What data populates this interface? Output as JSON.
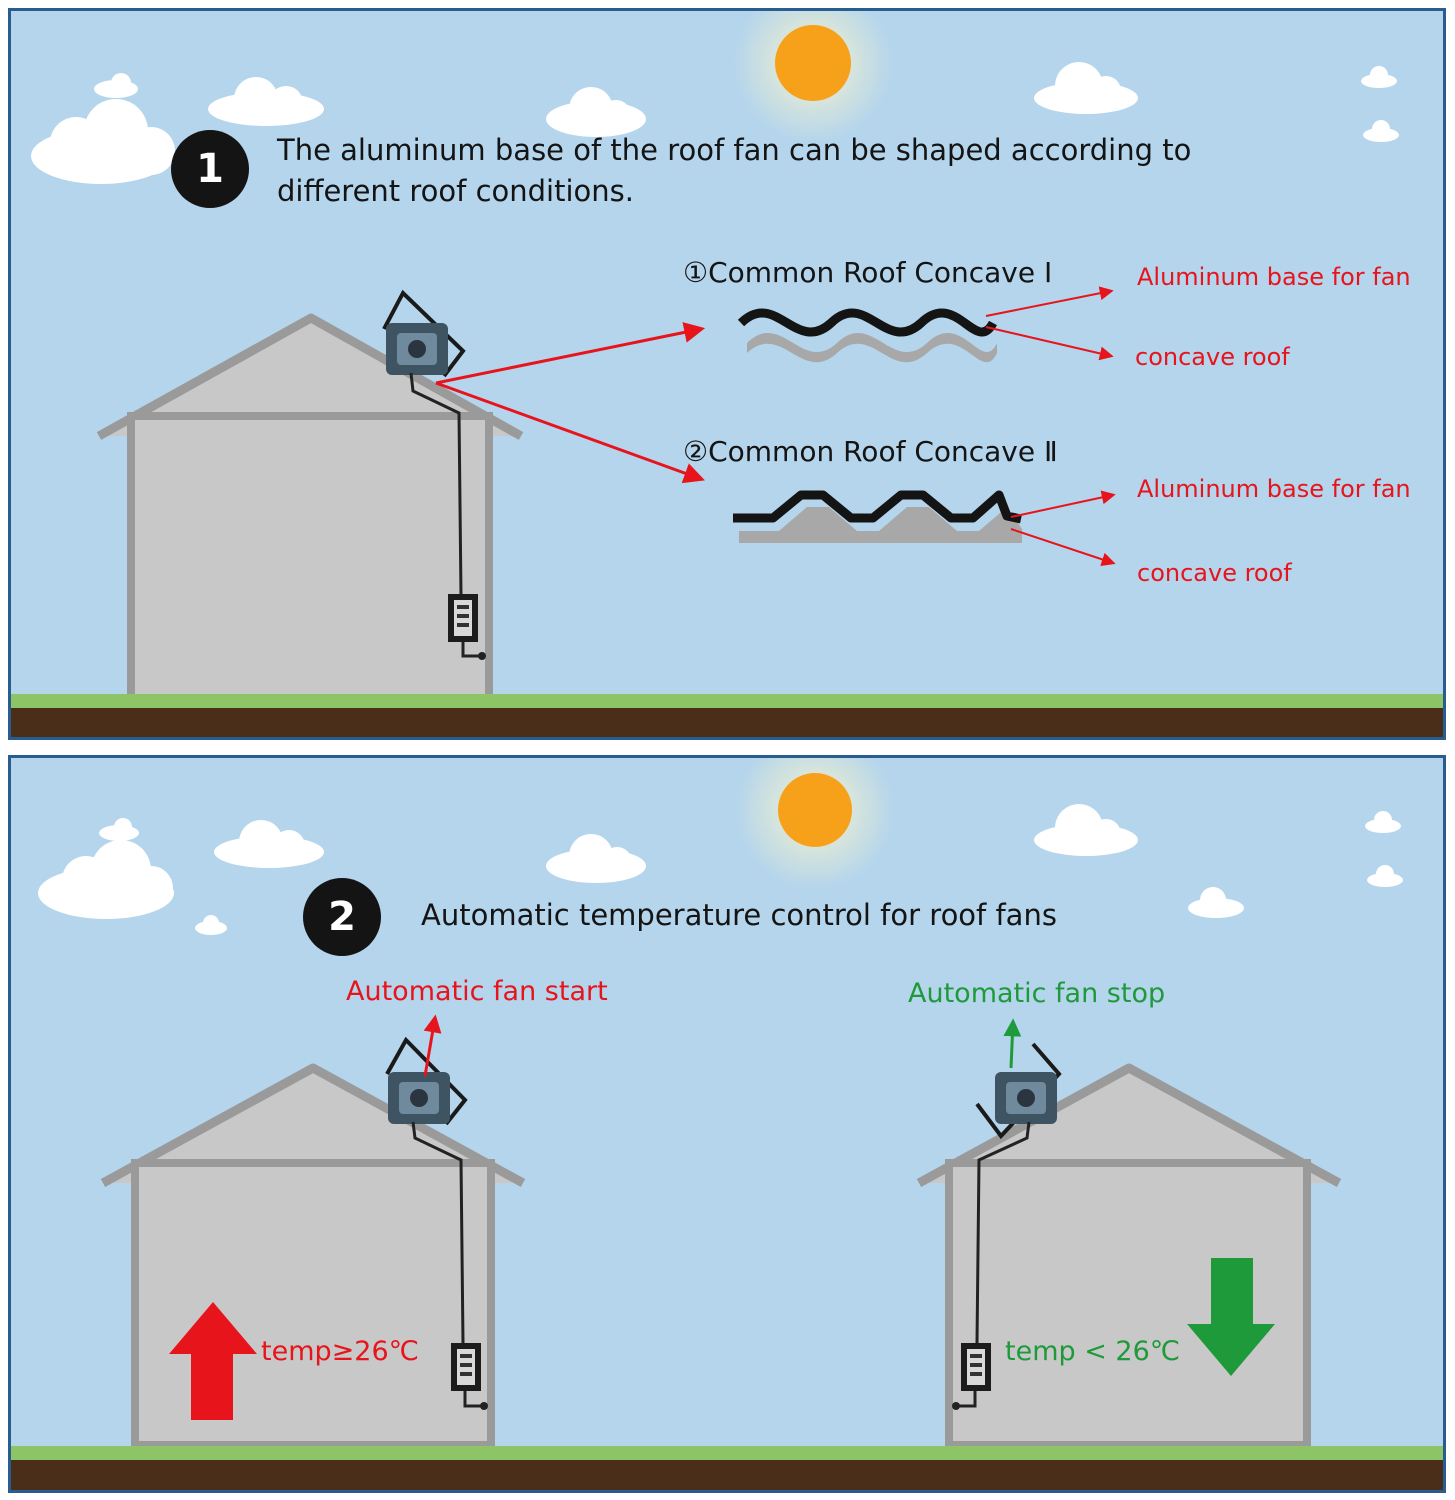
{
  "colors": {
    "sky": "#b4d5ec",
    "frame": "#2a5d8f",
    "house": "#c8c8c8",
    "house_outline": "#9a9a9a",
    "accent_red": "#e8141c",
    "accent_green": "#1f9a3a",
    "sun": "#f7a11a",
    "grass": "#8cc466",
    "soil": "#4b2e1a"
  },
  "panel1": {
    "badge": "1",
    "heading_line1": "The aluminum base of the roof fan can be shaped according to",
    "heading_line2": "different roof conditions.",
    "roof1": {
      "title": "①Common Roof Concave Ⅰ",
      "base_label": "Aluminum base for fan",
      "roof_label": "concave roof"
    },
    "roof2": {
      "title": "②Common Roof Concave Ⅱ",
      "base_label": "Aluminum base for fan",
      "roof_label": "concave roof"
    }
  },
  "panel2": {
    "badge": "2",
    "heading": "Automatic temperature control for roof fans",
    "start_label": "Automatic fan start",
    "stop_label": "Automatic fan stop",
    "temp_high": "temp≥26℃",
    "temp_low": "temp < 26℃"
  },
  "icons": {
    "fan": "roof-fan-icon",
    "controller": "thermostat-controller-icon",
    "up_arrow": "arrow-up-icon",
    "down_arrow": "arrow-down-icon",
    "sun": "sun-icon",
    "cloud": "cloud-icon"
  }
}
